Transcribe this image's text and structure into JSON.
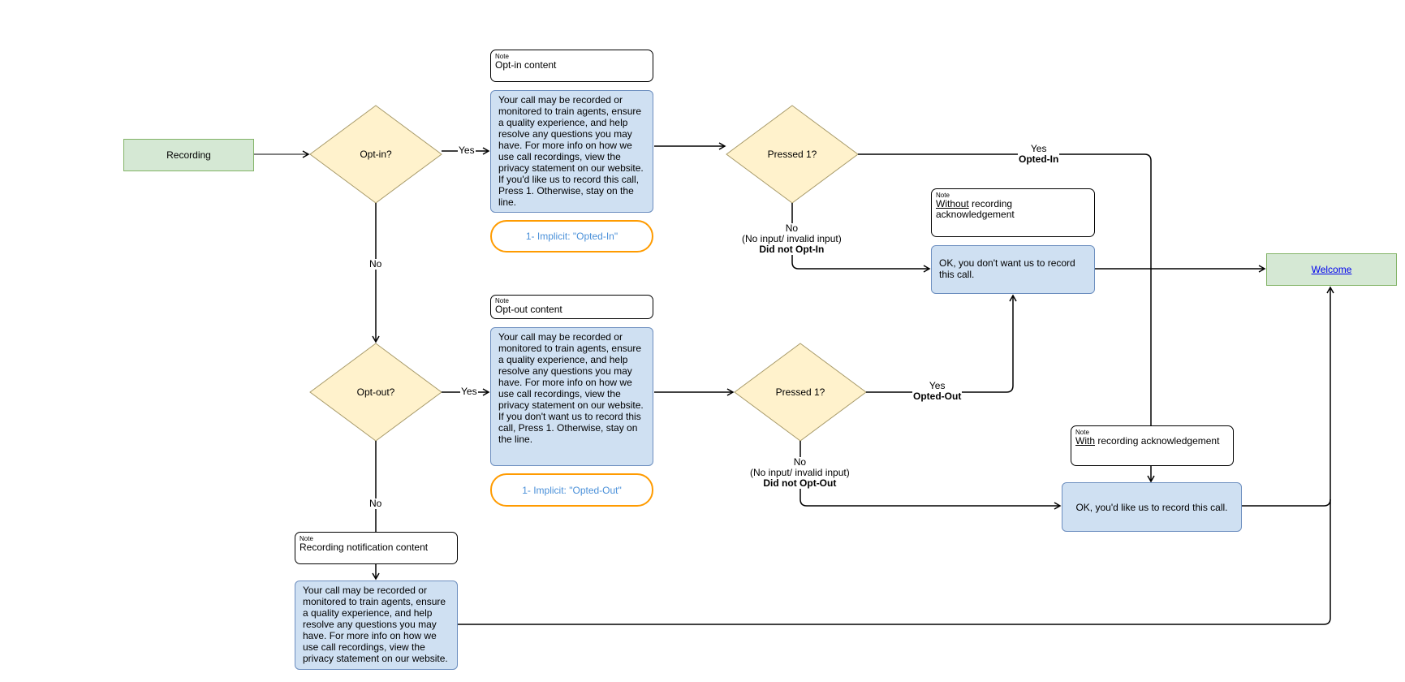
{
  "nodes": {
    "recording": "Recording",
    "opt_in_q": "Opt-in?",
    "opt_out_q": "Opt-out?",
    "pressed1_top": "Pressed 1?",
    "pressed1_bottom": "Pressed 1?",
    "welcome": "Welcome"
  },
  "notes": {
    "label": "Note",
    "opt_in": "Opt-in content",
    "opt_out": "Opt-out content",
    "recording_notification": "Recording notification content",
    "without_u": "Without",
    "without_rest": " recording acknowledgement",
    "with_u": "With",
    "with_rest": " recording acknowledgement"
  },
  "messages": {
    "opt_in": "Your call may be recorded or monitored to train agents, ensure a quality experience, and help resolve any questions you may have. For more info on how we use call recordings, view the privacy statement on our website. If you'd like us to record this call, Press 1. Otherwise, stay on the line.",
    "opt_out": "Your call may be recorded or monitored to train agents, ensure a quality experience, and help resolve any questions you may have. For more info on how we use call recordings, view the privacy statement on our website. If you don't want us to record this call, Press 1. Otherwise, stay on the line.",
    "notification": "Your call may be recorded or monitored to train agents, ensure a quality experience, and help resolve any questions you may have. For more info on how we use call recordings, view the privacy statement on our website.",
    "dont_record": "OK, you don't want us to record this call.",
    "record": "OK, you'd like us to record this call."
  },
  "implicit": {
    "opted_in": "1- Implicit: \"Opted-In\"",
    "opted_out": "1- Implicit: \"Opted-Out\""
  },
  "edge_labels": {
    "yes": "Yes",
    "no": "No",
    "opted_in": "Opted-In",
    "opted_out": "Opted-Out",
    "no_input": "(No input/ invalid input)",
    "did_not_opt_in": "Did not Opt-In",
    "did_not_opt_out": "Did not Opt-Out"
  },
  "colors": {
    "terminal_fill": "#d5e8d4",
    "decision_fill": "#fff2cc",
    "message_fill": "#cfe0f2",
    "implicit_border": "#ff9b00",
    "implicit_text": "#4a90d9"
  }
}
